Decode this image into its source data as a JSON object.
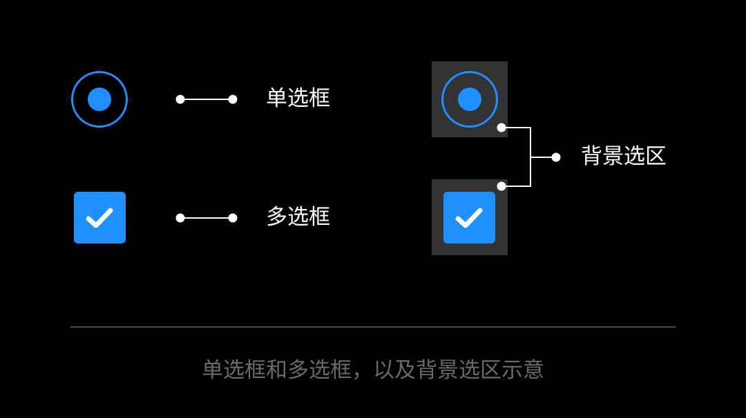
{
  "labels": {
    "radio": "单选框",
    "checkbox": "多选框",
    "background_area": "背景选区"
  },
  "caption": "单选框和多选框，以及背景选区示意",
  "icons": {
    "radio": "radio-selected",
    "checkbox": "checkbox-checked",
    "checkmark": "check-icon"
  },
  "colors": {
    "accent": "#1e90ff",
    "background": "#000000",
    "highlight_area": "#333333",
    "label_text": "#ffffff",
    "caption_text": "#6a6a6a",
    "divider": "#4a4a4a",
    "connector": "#ffffff"
  }
}
